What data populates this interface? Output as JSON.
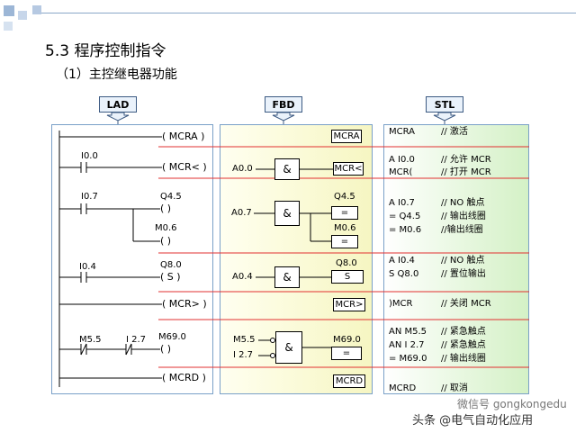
{
  "title": "5.3 程序控制指令",
  "subtitle": "（1）主控继电器功能",
  "headers": {
    "lad": "LAD",
    "fbd": "FBD",
    "stl": "STL"
  },
  "lad": {
    "mcra": "( MCRA )",
    "i00": "I0.0",
    "mcr_open": "( MCR< )",
    "i07": "I0.7",
    "q45": "Q4.5",
    "coil_a": "(  )",
    "m06": "M0.6",
    "coil_b": "(  )",
    "i04": "I0.4",
    "q80": "Q8.0",
    "coil_s": "( S )",
    "mcr_close": "( MCR> )",
    "m55": "M5.5",
    "i27": "I 2.7",
    "m690": "M69.0",
    "coil_c": "(  )",
    "mcrd": "( MCRD )"
  },
  "fbd": {
    "mcra": "MCRA",
    "a00": "A0.0",
    "and1": "&",
    "mcr_open": "MCR<",
    "a07": "A0.7",
    "and2": "&",
    "q45": "Q4.5",
    "eq1": "=",
    "m06": "M0.6",
    "eq2": "=",
    "a04": "A0.4",
    "and3": "&",
    "q80": "Q8.0",
    "s": "S",
    "mcr_close": "MCR>",
    "m55": "M5.5",
    "i27": "I 2.7",
    "and4": "&",
    "m690": "M69.0",
    "eq3": "=",
    "mcrd": "MCRD"
  },
  "stl": [
    {
      "op": "MCRA",
      "comment": "// 激活"
    },
    {
      "op": "A I0.0",
      "comment": "// 允许 MCR"
    },
    {
      "op": "MCR(",
      "comment": "// 打开 MCR"
    },
    {
      "op": "A I0.7",
      "comment": "// NO 触点"
    },
    {
      "op": "= Q4.5",
      "comment": "// 输出线圈"
    },
    {
      "op": "= M0.6",
      "comment": "//输出线圈"
    },
    {
      "op": "A I0.4",
      "comment": "// NO 触点"
    },
    {
      "op": "S Q8.0",
      "comment": "// 置位输出"
    },
    {
      "op": ")MCR",
      "comment": "// 关闭 MCR"
    },
    {
      "op": "AN M5.5",
      "comment": "// 紧急触点"
    },
    {
      "op": "AN I 2.7",
      "comment": "// 紧急触点"
    },
    {
      "op": "= M69.0",
      "comment": "// 输出线圈"
    },
    {
      "op": "MCRD",
      "comment": "// 取消"
    }
  ],
  "watermark": {
    "line1": "微信号 gongkongedu",
    "line2": "头条 @电气自动化应用"
  },
  "colors": {
    "stl_bg": "#e6f7d8",
    "fbd_bg": "#fbfbd2",
    "red_line": "#e23030",
    "header_sq": "#8aa8c8"
  }
}
